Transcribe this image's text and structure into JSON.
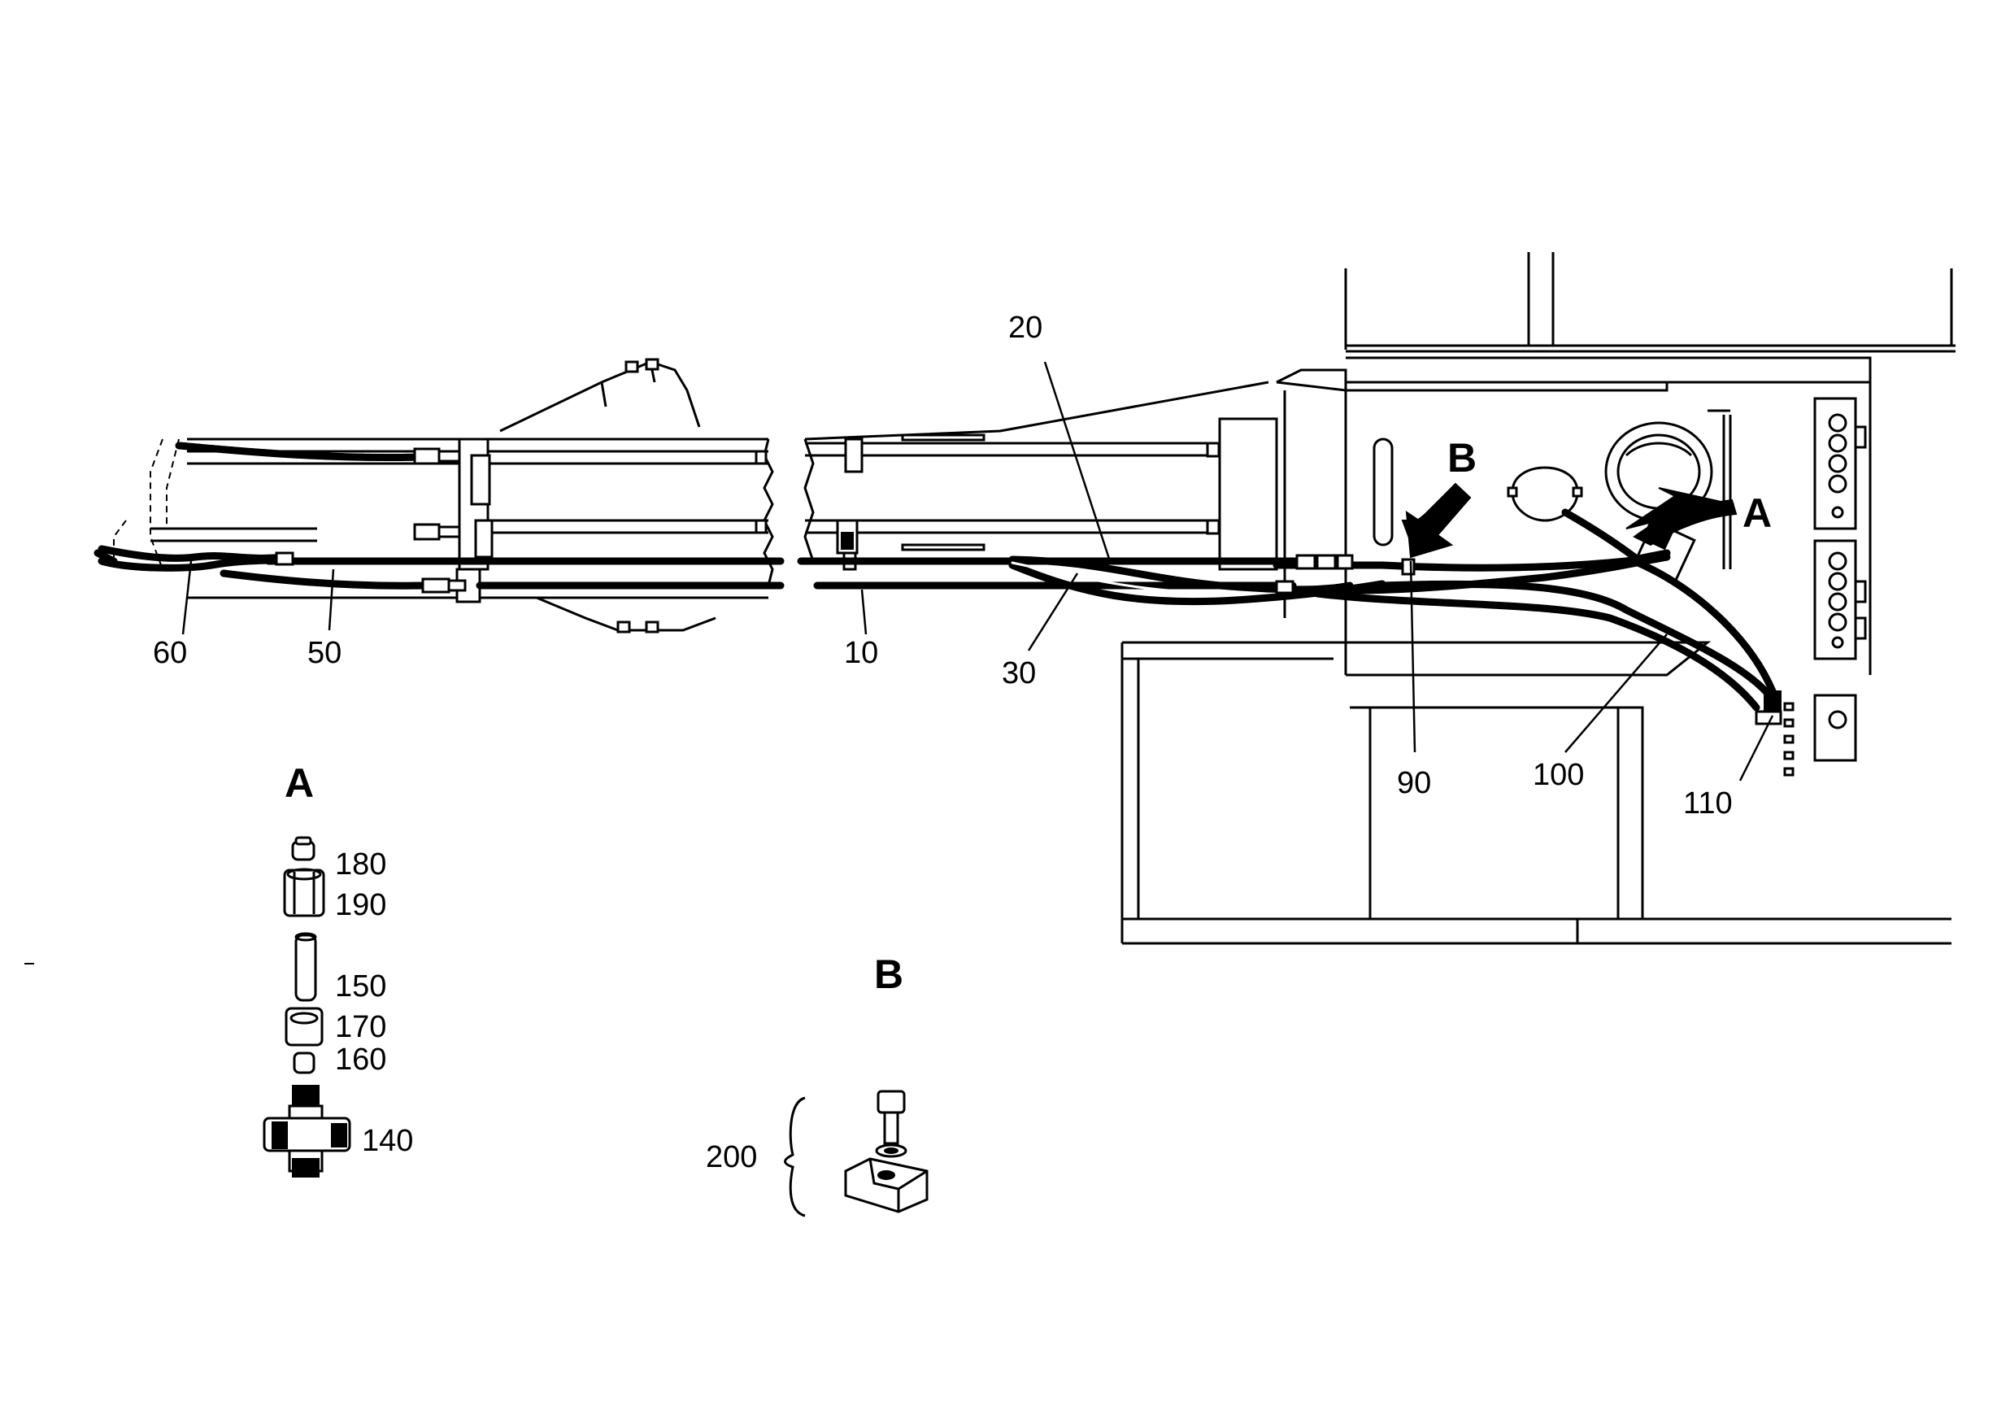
{
  "callouts": {
    "c10": "10",
    "c20": "20",
    "c30": "30",
    "c50": "50",
    "c60": "60",
    "c90": "90",
    "c100": "100",
    "c110": "110",
    "c140": "140",
    "c150": "150",
    "c160": "160",
    "c170": "170",
    "c180": "180",
    "c190": "190",
    "c200": "200"
  },
  "views": {
    "a_arrow": "A",
    "b_arrow": "B",
    "a_detail": "A",
    "b_detail": "B"
  }
}
